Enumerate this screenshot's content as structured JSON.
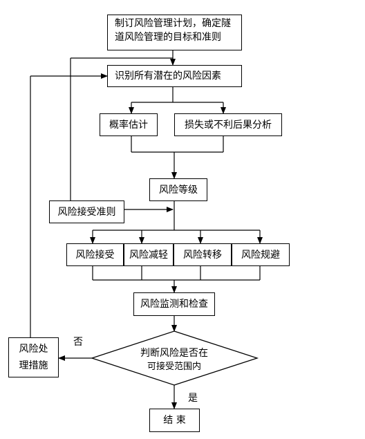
{
  "nodes": {
    "plan": "制订风险管理计划，确定隧道风险管理的目标和准则",
    "identify": "识别所有潜在的风险因素",
    "probability": "概率估计",
    "loss": "损失或不利后果分析",
    "level": "风险等级",
    "acceptance": "风险接受准则",
    "accept": "风险接受",
    "reduce": "风险减轻",
    "transfer": "风险转移",
    "avoid": "风险规避",
    "monitor": "风险监测和检查",
    "decision_line1": "判断风险是否在",
    "decision_line2": "可接受范围内",
    "treat": "风险处理措施",
    "end": "结 束"
  },
  "edges": {
    "no": "否",
    "yes": "是"
  }
}
